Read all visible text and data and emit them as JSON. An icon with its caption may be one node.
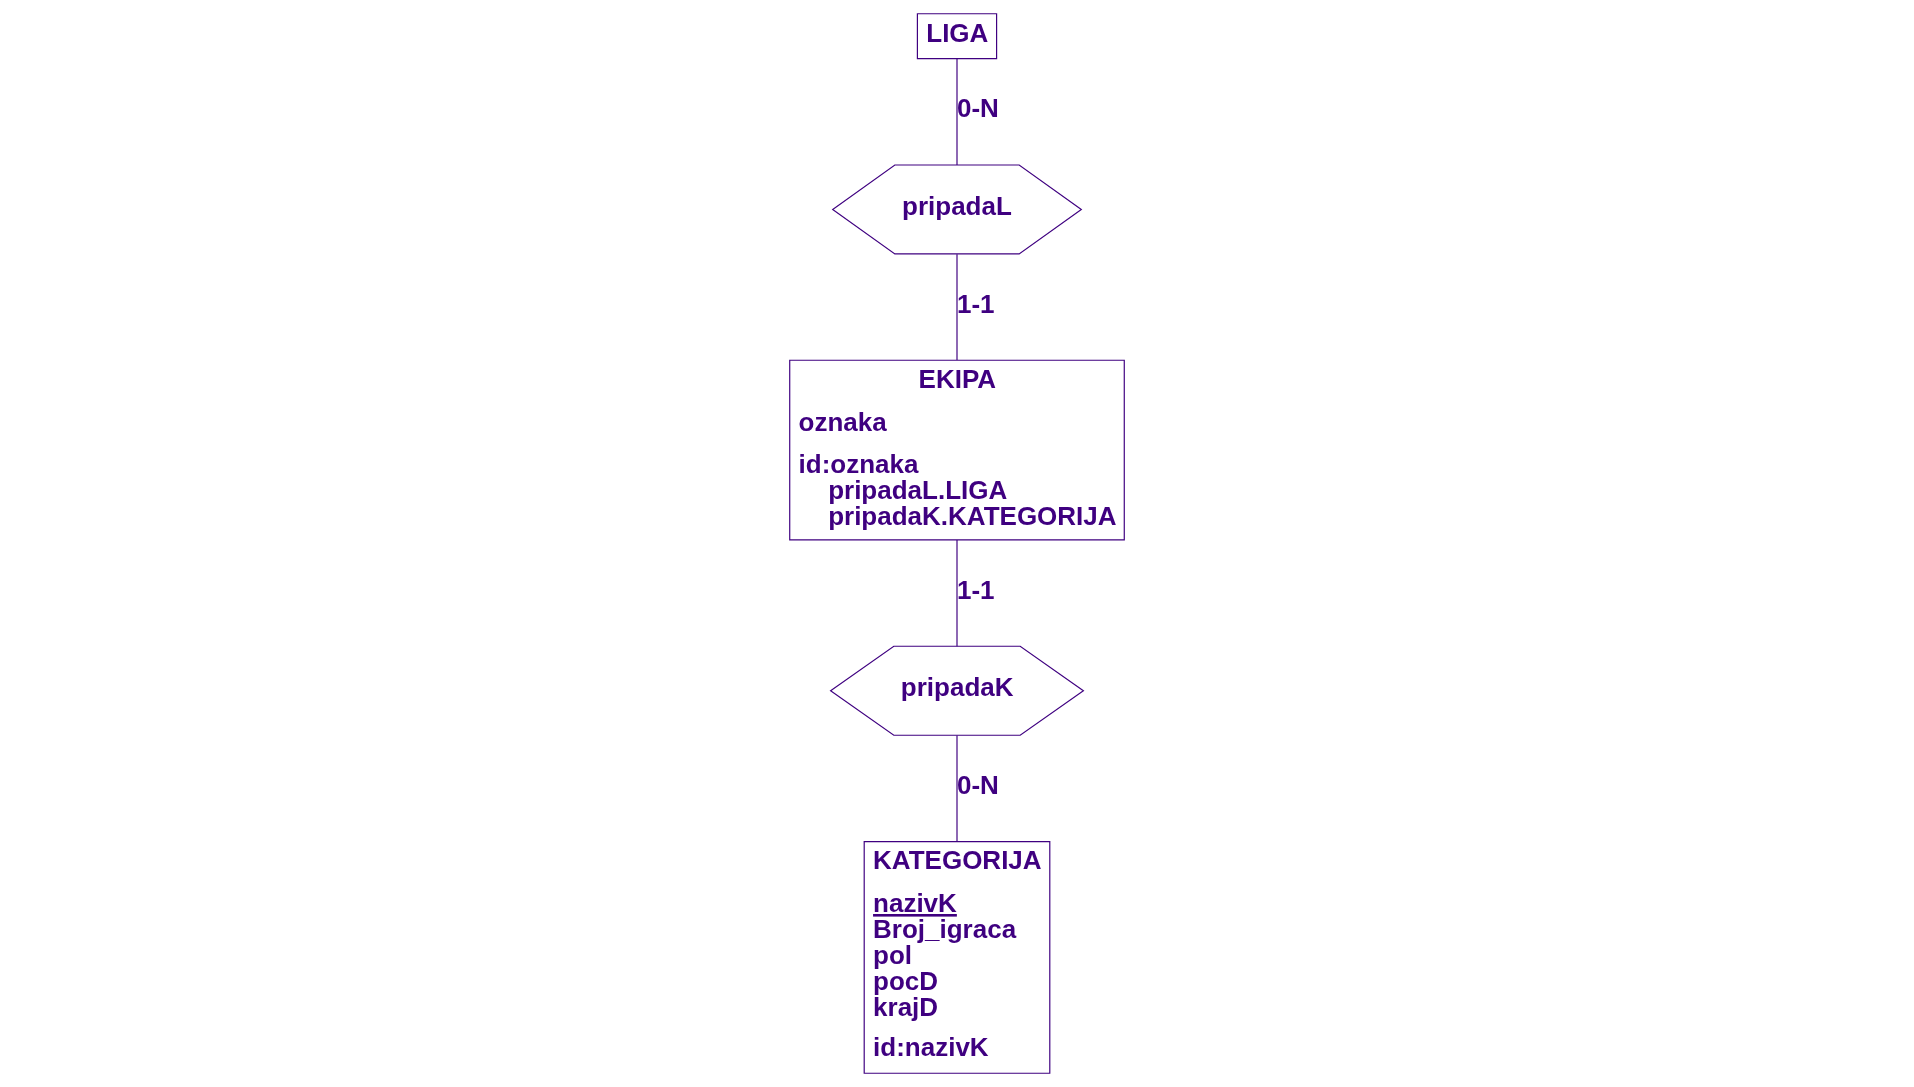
{
  "diagram": {
    "nodes": [
      {
        "text": [
          "LIGA"
        ]
      },
      {
        "text": [
          "pripadaL"
        ]
      },
      {
        "text": [
          "EKIPA",
          "oznaka",
          "id:oznaka",
          "pripadaL.LIGA",
          "pripadaK.KATEGORIJA"
        ]
      },
      {
        "text": [
          "pripadaK"
        ]
      },
      {
        "text": [
          "KATEGORIJA",
          "nazivK",
          "Broj_igraca",
          "pol",
          "pocD",
          "krajD",
          "id:nazivK"
        ]
      }
    ],
    "edges": [
      {
        "from": 0,
        "to": 1,
        "arrow": "none",
        "label": "0-N"
      },
      {
        "from": 1,
        "to": 2,
        "arrow": "none",
        "label": "1-1"
      },
      {
        "from": 2,
        "to": 3,
        "arrow": "none",
        "label": "1-1"
      },
      {
        "from": 3,
        "to": 4,
        "arrow": "none",
        "label": "0-N"
      }
    ]
  }
}
